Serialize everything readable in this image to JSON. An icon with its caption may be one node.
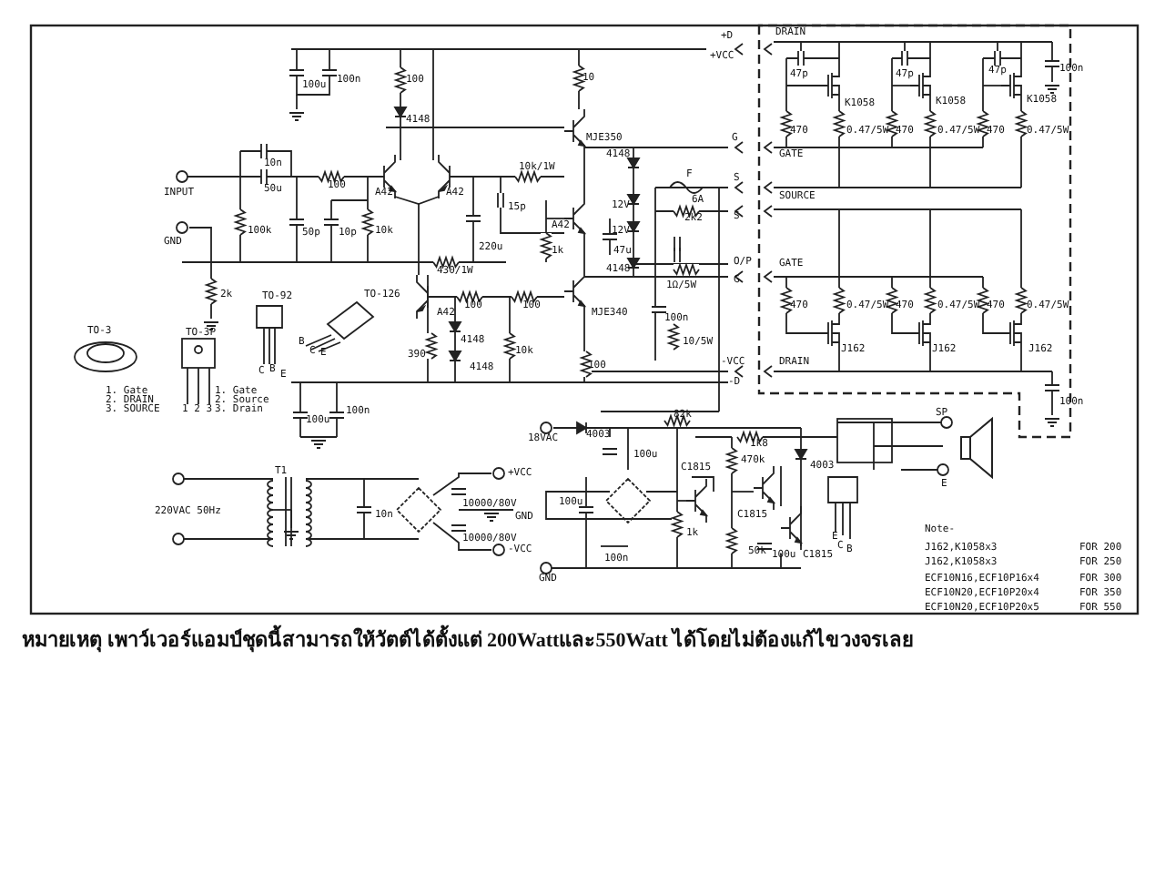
{
  "diagram": {
    "caption": "หมายเหตุ เพาว์เวอร์แอมป์ชุดนี้สามารถให้วัตต์ได้ตั้งแต่ 200Wattและ550Watt ได้โดยไม่ต้องแก้ไขวงจรเลย",
    "labels": [
      "+D",
      "+VCC",
      "DRAIN",
      "100u",
      "100n",
      "100",
      "10",
      "47p",
      "47p",
      "47p",
      "100n",
      "K1058",
      "K1058",
      "K1058",
      "4148",
      "470",
      "0.47/5W",
      "470",
      "0.47/5W",
      "470",
      "0.47/5W",
      "MJE350",
      "G",
      "4148",
      "GATE",
      "10n",
      "F",
      "S",
      "INPUT",
      "50u",
      "100",
      "A42",
      "A42",
      "10k/1W",
      "6A",
      "SOURCE",
      "15p",
      "12V",
      "2k2",
      "S",
      "100k",
      "50p",
      "10p",
      "10k",
      "220u",
      "A42",
      "12V",
      "GND",
      "1k",
      "47u",
      "O/P",
      "GATE",
      "430/1W",
      "4148",
      "1Ω/5W",
      "G",
      "2k",
      "TO-92",
      "TO-126",
      "100",
      "100",
      "470",
      "0.47/5W",
      "470",
      "0.47/5W",
      "470",
      "0.47/5W",
      "A42",
      "MJE340",
      "100n",
      "TO-3",
      "TO-3P",
      "B",
      "C",
      "E",
      "390",
      "4148",
      "10k",
      "10/5W",
      "J162",
      "J162",
      "J162",
      "100",
      "-VCC",
      "DRAIN",
      "C",
      "B",
      "E",
      "4148",
      "-D",
      "1. Gate",
      "2. DRAIN",
      "3. SOURCE",
      "1 2 3",
      "1. Gate",
      "2. Source",
      "3. Drain",
      "100n",
      "100u",
      "100n",
      "18VAC",
      "4003",
      "82k",
      "SP",
      "100u",
      "470k",
      "1k8",
      "4003",
      "T1",
      "+VCC",
      "E",
      "220VAC 50Hz",
      "10n",
      "10000/80V",
      "GND",
      "100u",
      "C1815",
      "C1815",
      "10000/80V",
      "-VCC",
      "100n",
      "1k",
      "50k",
      "100u",
      "C1815",
      "E",
      "C",
      "B",
      "Note-",
      "J162,K1058x3",
      "FOR 200",
      "J162,K1058x3",
      "FOR 250",
      "GND",
      "ECF10N16,ECF10P16x4",
      "FOR 300",
      "ECF10N20,ECF10P20x4",
      "FOR 350",
      "ECF10N20,ECF10P20x5",
      "FOR 550"
    ]
  }
}
